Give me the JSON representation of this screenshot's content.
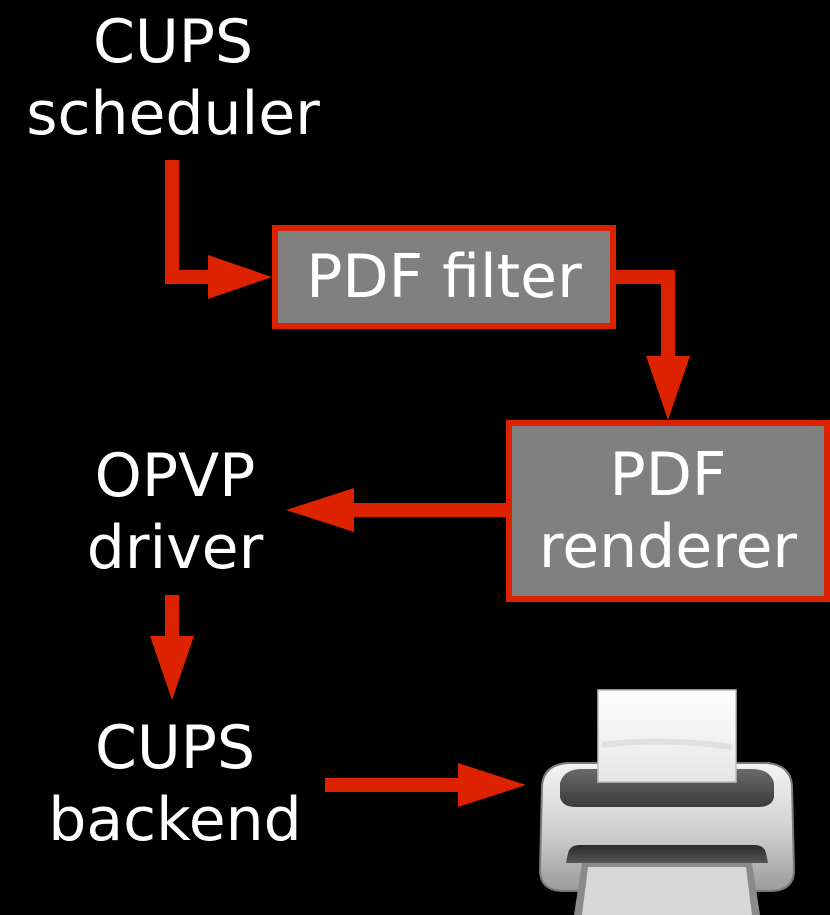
{
  "nodes": {
    "cups_scheduler": {
      "line1": "CUPS",
      "line2": "scheduler"
    },
    "pdf_filter": {
      "text": "PDF filter"
    },
    "pdf_renderer": {
      "line1": "PDF",
      "line2": "renderer"
    },
    "opvp_driver": {
      "line1": "OPVP",
      "line2": "driver"
    },
    "cups_backend": {
      "line1": "CUPS",
      "line2": "backend"
    }
  },
  "colors": {
    "background": "#000000",
    "arrow": "#dd2200",
    "box_fill": "#808080",
    "text": "#ffffff"
  },
  "icons": {
    "printer": "printer-icon"
  }
}
